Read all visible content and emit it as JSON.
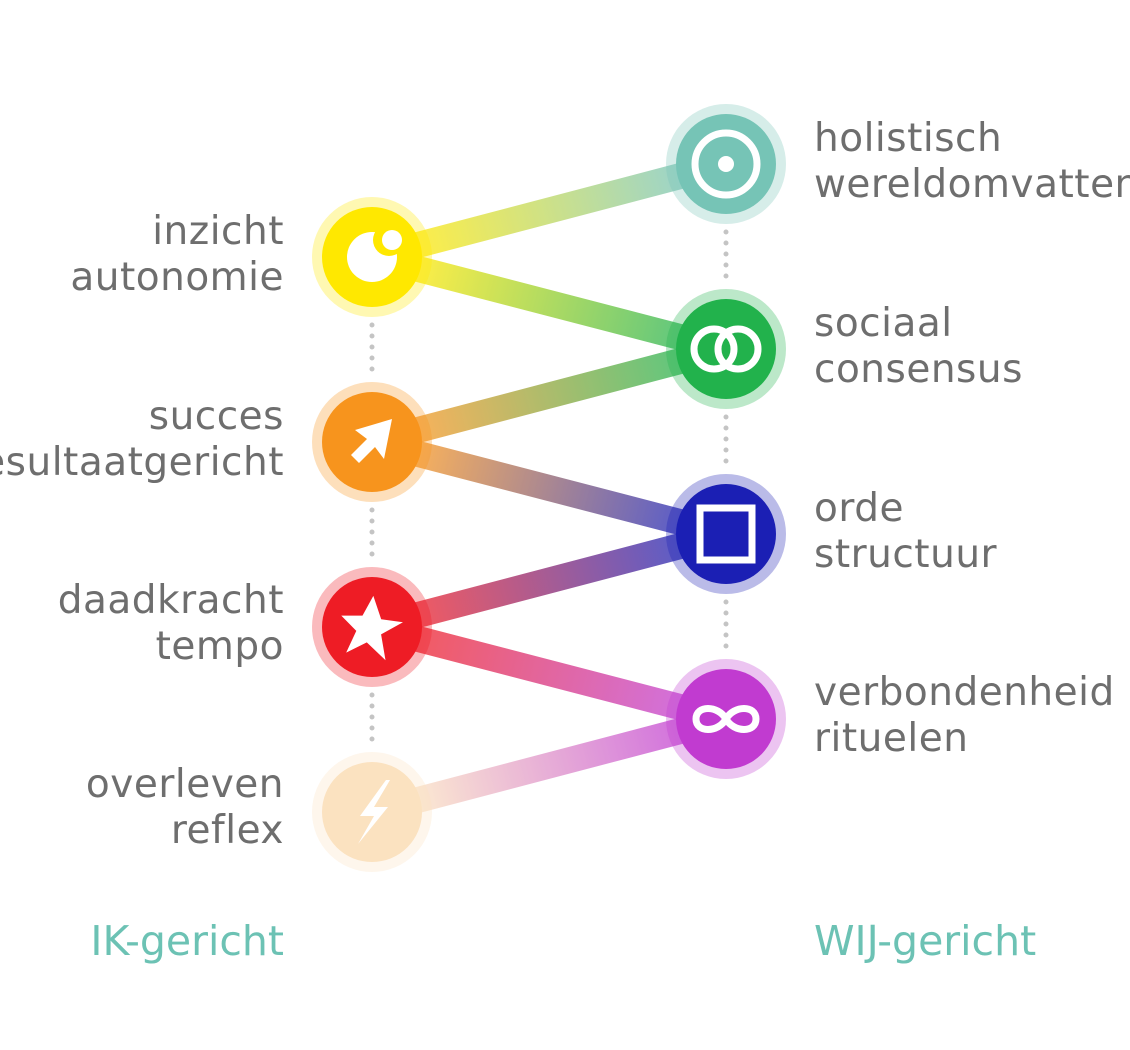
{
  "colors": {
    "label_text": "#6e6e6e",
    "footer_text": "#6cc2b4"
  },
  "left_column": {
    "footer": "IK-gericht",
    "nodes": [
      {
        "id": "yellow",
        "lines": [
          "inzicht",
          "autonomie"
        ],
        "color": "#ffe800",
        "icon": "moon-icon"
      },
      {
        "id": "orange",
        "lines": [
          "succes",
          "resultaatgericht"
        ],
        "color": "#f7941d",
        "icon": "arrow-cursor-icon"
      },
      {
        "id": "red",
        "lines": [
          "daadkracht",
          "tempo"
        ],
        "color": "#ee1c25",
        "icon": "star-icon"
      },
      {
        "id": "beige",
        "lines": [
          "overleven",
          "reflex"
        ],
        "color": "#fbe2c0",
        "icon": "lightning-icon"
      }
    ]
  },
  "right_column": {
    "footer": "WIJ-gericht",
    "nodes": [
      {
        "id": "turquoise",
        "lines": [
          "holistisch",
          "wereldomvattend"
        ],
        "color": "#76c4b6",
        "icon": "target-icon"
      },
      {
        "id": "green",
        "lines": [
          "sociaal",
          "consensus"
        ],
        "color": "#22b24c",
        "icon": "linked-rings-icon"
      },
      {
        "id": "blue",
        "lines": [
          "orde",
          "structuur"
        ],
        "color": "#1b1fb4",
        "icon": "square-icon"
      },
      {
        "id": "purple",
        "lines": [
          "verbondenheid",
          "rituelen"
        ],
        "color": "#c13bd0",
        "icon": "infinity-icon"
      }
    ]
  },
  "connections": [
    {
      "from": "beige",
      "to": "purple"
    },
    {
      "from": "red",
      "to": "purple"
    },
    {
      "from": "red",
      "to": "blue"
    },
    {
      "from": "orange",
      "to": "blue"
    },
    {
      "from": "orange",
      "to": "green"
    },
    {
      "from": "yellow",
      "to": "green"
    },
    {
      "from": "yellow",
      "to": "turquoise"
    }
  ]
}
